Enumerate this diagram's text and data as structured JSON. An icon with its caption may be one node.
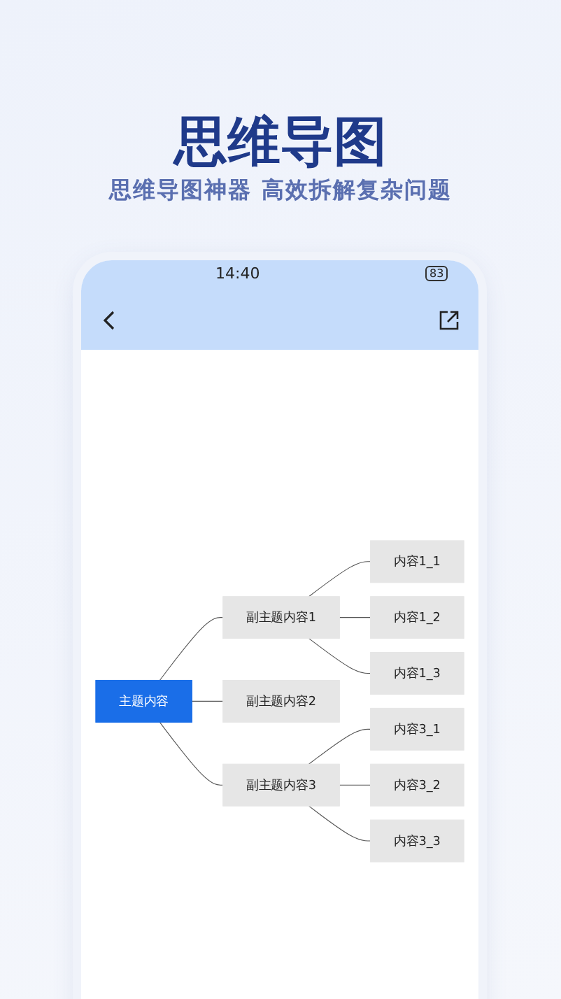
{
  "diagram": {
    "title": "思维导图",
    "caption": "思维导图神器 高效拆解复杂问题",
    "nodes": [
      {
        "text": [
          "主题内容"
        ]
      },
      {
        "text": [
          "副主题内容1"
        ]
      },
      {
        "text": [
          "副主题内容2"
        ]
      },
      {
        "text": [
          "副主题内容3"
        ]
      },
      {
        "text": [
          "内容1_1"
        ]
      },
      {
        "text": [
          "内容1_2"
        ]
      },
      {
        "text": [
          "内容1_3"
        ]
      },
      {
        "text": [
          "内容3_1"
        ]
      },
      {
        "text": [
          "内容3_2"
        ]
      },
      {
        "text": [
          "内容3_3"
        ]
      }
    ],
    "edges": [
      {
        "from": 0,
        "to": 1,
        "arrow": "none"
      },
      {
        "from": 0,
        "to": 2,
        "arrow": "none"
      },
      {
        "from": 0,
        "to": 3,
        "arrow": "none"
      },
      {
        "from": 1,
        "to": 4,
        "arrow": "none"
      },
      {
        "from": 1,
        "to": 5,
        "arrow": "none"
      },
      {
        "from": 1,
        "to": 6,
        "arrow": "none"
      },
      {
        "from": 3,
        "to": 7,
        "arrow": "none"
      },
      {
        "from": 3,
        "to": 8,
        "arrow": "none"
      },
      {
        "from": 3,
        "to": 9,
        "arrow": "none"
      }
    ],
    "labels": [
      "14:40",
      "83"
    ]
  }
}
